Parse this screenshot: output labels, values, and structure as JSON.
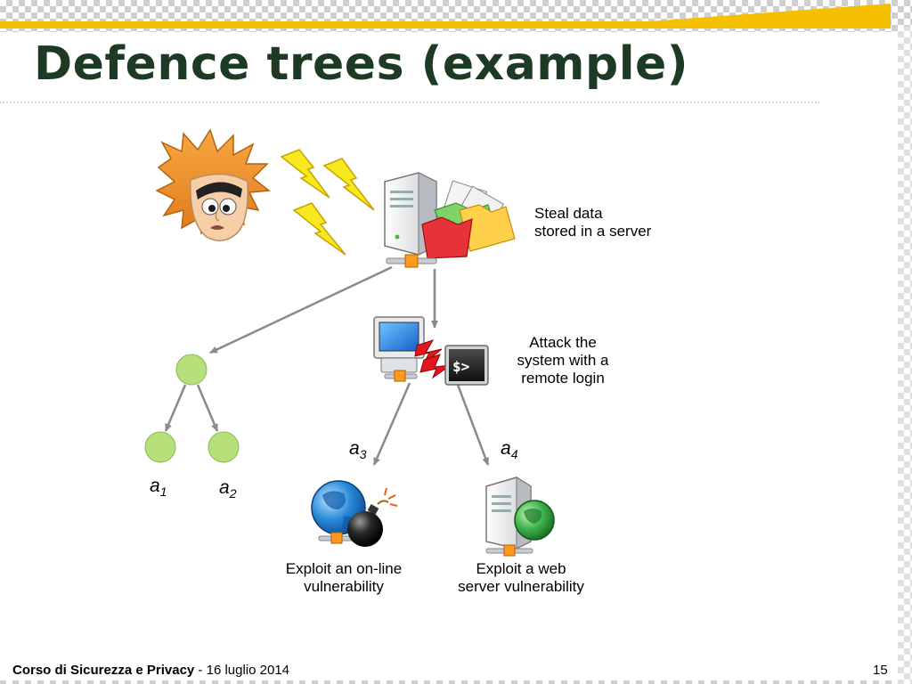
{
  "slide": {
    "title": "Defence trees (example)",
    "footer_course": "Corso di Sicurezza e Privacy",
    "footer_date": " - 16 luglio 2014",
    "page_number": "15"
  },
  "nodes": {
    "root_label_line1": "Steal data",
    "root_label_line2": "stored in a server",
    "attack_label_line1": "Attack the",
    "attack_label_line2": "system with a",
    "attack_label_line3": "remote login",
    "exploit_online_line1": "Exploit an on-line",
    "exploit_online_line2": "vulnerability",
    "exploit_web_line1": "Exploit a web",
    "exploit_web_line2": "server vulnerability"
  },
  "leaves": {
    "a1": "a",
    "a1_sub": "1",
    "a2": "a",
    "a2_sub": "2",
    "a3": "a",
    "a3_sub": "3",
    "a4": "a",
    "a4_sub": "4"
  },
  "colors": {
    "title": "#1d3a24",
    "accent_yellow": "#f2c200",
    "leaf_green": "#b5e07a",
    "arrow_gray": "#8a8a8a"
  },
  "icons": [
    "attacker-face-icon",
    "lightning-icon",
    "server-with-files-icon",
    "computer-terminal-icon",
    "globe-bomb-icon",
    "web-server-globe-icon"
  ]
}
